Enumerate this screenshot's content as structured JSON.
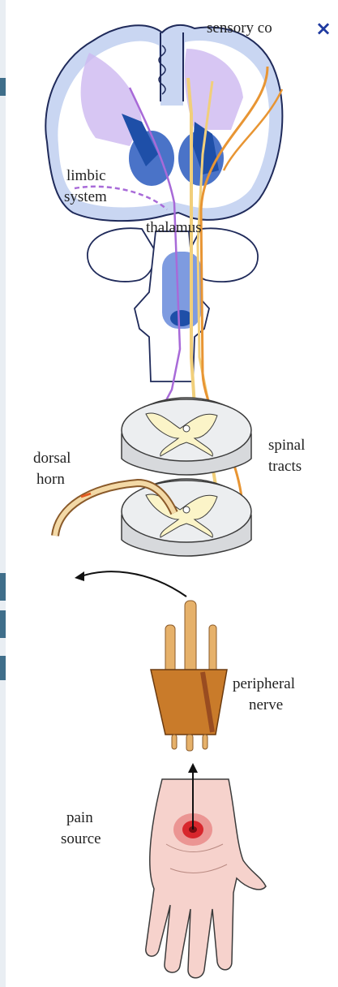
{
  "close_icon": "×",
  "labels": {
    "sensory_cortex": "sensory co",
    "limbic_line1": "limbic",
    "limbic_line2": "system",
    "thalamus": "thalamus",
    "spinal_line1": "spinal",
    "spinal_line2": "tracts",
    "dorsal_line1": "dorsal",
    "dorsal_line2": "horn",
    "peripheral_line1": "peripheral",
    "peripheral_line2": "nerve",
    "pain_line1": "pain",
    "pain_line2": "source"
  },
  "colors": {
    "brain_outline": "#1f2a5a",
    "cortex": "#c9d6f2",
    "deep_nuclei": "#4a73c8",
    "limbic_path": "#a86ad8",
    "sensory_tract": "#f1cf7a",
    "cortical_fibers": "#e89533",
    "spinal_gray": "#fbf4c8",
    "nerve": "#c97b2a",
    "skin": "#f6d2cc",
    "pain_spot": "#d8262c"
  }
}
